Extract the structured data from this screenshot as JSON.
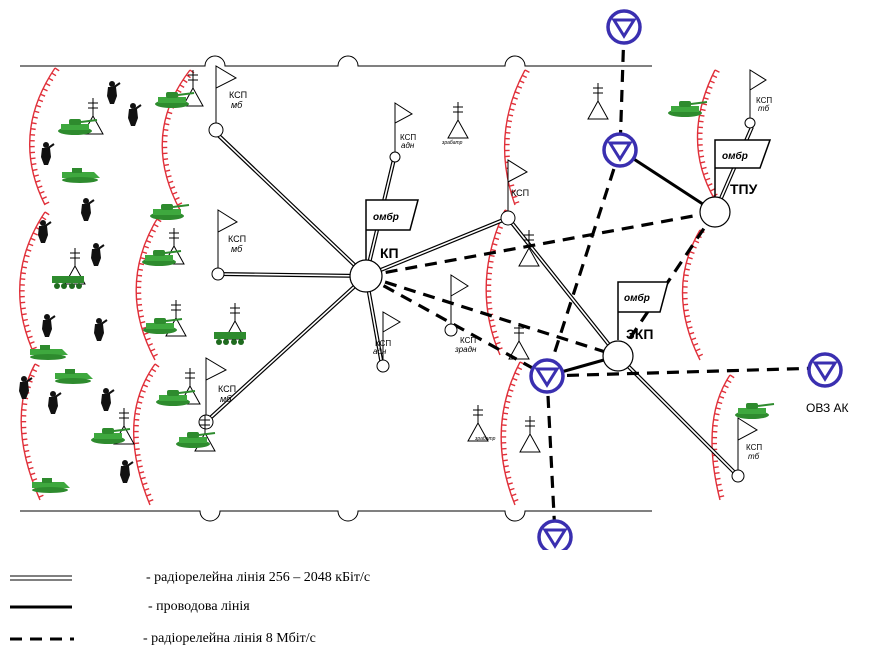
{
  "nodes": {
    "kp": "КП",
    "zkp": "ЗКП",
    "tpu": "ТПУ",
    "ksp": "КСП",
    "mb": "мб",
    "adn": "адн",
    "zradn": "зрадн",
    "tb": "тб",
    "ombr": "омбр",
    "zrabatr": "зрабатр",
    "ovz": "ОВЗ АК"
  },
  "legend": {
    "rrl_low": "- радіорелейна лінія 256 – 2048 кБіт/с",
    "wire": "- проводова лінія",
    "rrl_high": "- радіорелейна лінія 8 Мбіт/с"
  },
  "colors": {
    "relay_station": "#3a2fb0",
    "front_line": "#e0303a",
    "vehicle": "#2e8b2e"
  },
  "icons": {
    "relay_station": "inverted-triangle-in-circle-icon",
    "command_flag": "flag-icon",
    "air_defense": "triangle-cross-icon",
    "tank": "tank-icon",
    "ifv": "ifv-icon",
    "soldier": "soldier-icon"
  }
}
